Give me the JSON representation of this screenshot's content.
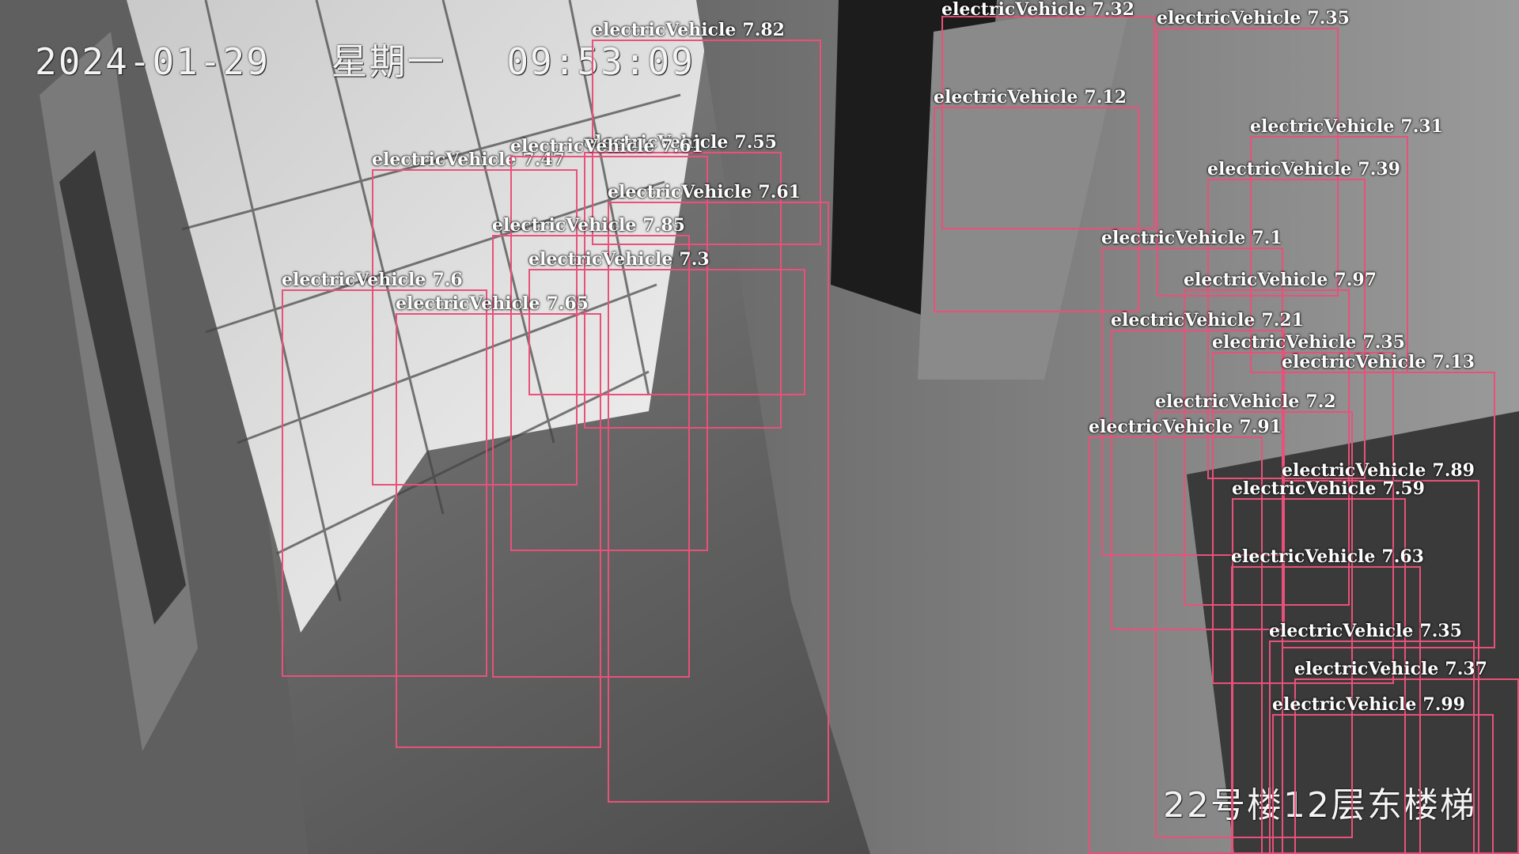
{
  "osd": {
    "date": "2024-01-29",
    "weekday": "星期一",
    "time": "09:53:09",
    "location": "22号楼12层东楼梯"
  },
  "box_color": "#e8517a",
  "detections": [
    {
      "label": "electricVehicle",
      "score": "7.32"
    },
    {
      "label": "electricVehicle",
      "score": "7.35"
    },
    {
      "label": "electricVehicle",
      "score": "7.12"
    },
    {
      "label": "electricVehicle",
      "score": "7.31"
    },
    {
      "label": "electricVehicle",
      "score": "7.39"
    },
    {
      "label": "electricVehicle",
      "score": "7.1"
    },
    {
      "label": "electricVehicle",
      "score": "7.97"
    },
    {
      "label": "electricVehicle",
      "score": "7.21"
    },
    {
      "label": "electricVehicle",
      "score": "7.35"
    },
    {
      "label": "electricVehicle",
      "score": "7.13"
    },
    {
      "label": "electricVehicle",
      "score": "7.2"
    },
    {
      "label": "electricVehicle",
      "score": "7.91"
    },
    {
      "label": "electricVehicle",
      "score": "7.89"
    },
    {
      "label": "electricVehicle",
      "score": "7.59"
    },
    {
      "label": "electricVehicle",
      "score": "7.63"
    },
    {
      "label": "electricVehicle",
      "score": "7.35"
    },
    {
      "label": "electricVehicle",
      "score": "7.37"
    },
    {
      "label": "electricVehicle",
      "score": "7.99"
    },
    {
      "label": "electricVehicle",
      "score": "7.82"
    },
    {
      "label": "electricVehicle",
      "score": "7.55"
    },
    {
      "label": "electricVehicle",
      "score": "7.47"
    },
    {
      "label": "electricVehicle",
      "score": "7.61"
    },
    {
      "label": "electricVehicle",
      "score": "7.61"
    },
    {
      "label": "electricVehicle",
      "score": "7.85"
    },
    {
      "label": "electricVehicle",
      "score": "7.3"
    },
    {
      "label": "electricVehicle",
      "score": "7.6"
    },
    {
      "label": "electricVehicle",
      "score": "7.65"
    }
  ]
}
